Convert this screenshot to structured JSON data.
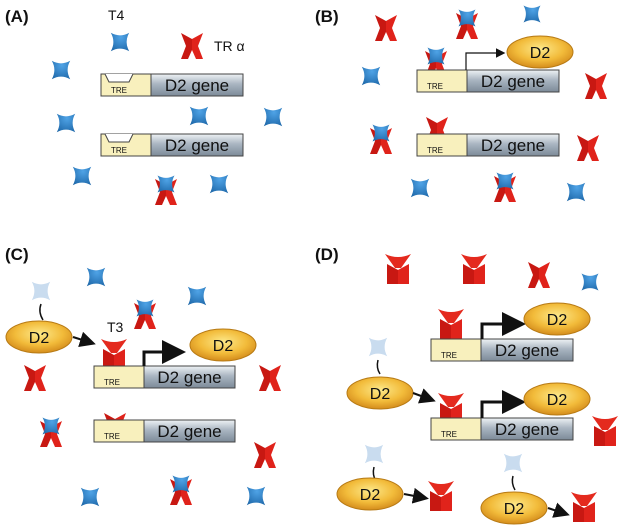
{
  "panels": [
    {
      "label": "(A)",
      "annotations": {
        "t4": "T4",
        "tr": "TR α"
      }
    },
    {
      "label": "(B)"
    },
    {
      "label": "(C)",
      "annotations": {
        "t3": "T3"
      }
    },
    {
      "label": "(D)"
    }
  ],
  "gene_label": "D2 gene",
  "tre_label": "TRE",
  "enzyme_label": "D2",
  "colors": {
    "t4": "#1d6fb8",
    "t4_light": "#c9dcef",
    "receptor": "#e0231b",
    "tre_box": "#f8f0bd",
    "gene_box": "#b8c2cc",
    "enzyme": "#eab030"
  }
}
